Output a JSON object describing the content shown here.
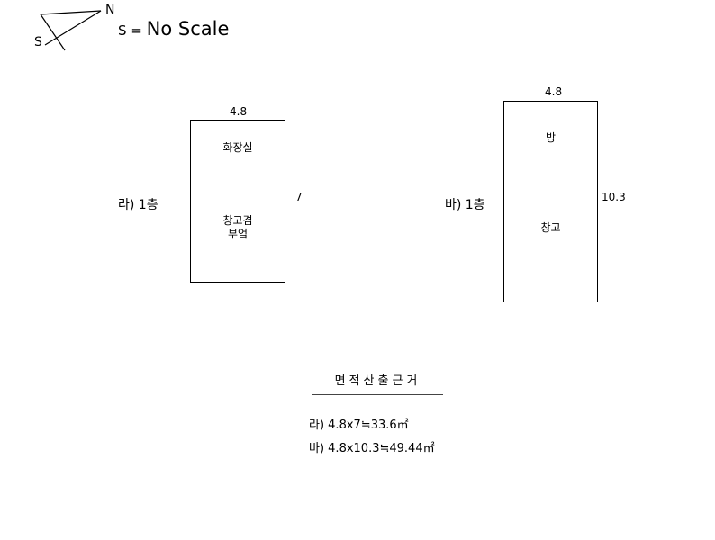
{
  "header": {
    "compass_north": "N",
    "compass_south": "S",
    "scale_prefix": "S = ",
    "scale_text": "No Scale"
  },
  "plans": {
    "ra": {
      "floor_label": "라) 1층",
      "width_dim": "4.8",
      "height_dim": "7",
      "rooms": [
        "화장실",
        "창고겸\n부엌"
      ]
    },
    "ba": {
      "floor_label": "바) 1층",
      "width_dim": "4.8",
      "height_dim": "10.3",
      "rooms": [
        "방",
        "창고"
      ]
    }
  },
  "calculation": {
    "title": "면적산출근거",
    "lines": [
      "라) 4.8x7≒33.6㎡",
      "바) 4.8x10.3≒49.44㎡"
    ]
  }
}
